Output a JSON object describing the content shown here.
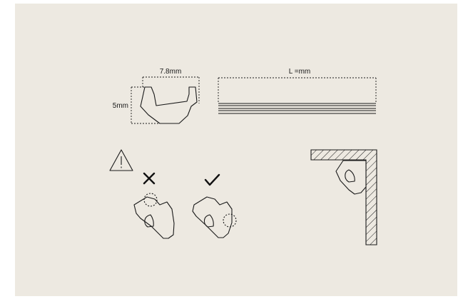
{
  "dimensions": {
    "width_label": "7.8mm",
    "height_label": "5mm",
    "length_label": "L =mm"
  },
  "icons": {
    "warning": "warning-triangle-icon",
    "wrong": "cross-icon",
    "right": "check-icon"
  },
  "colors": {
    "background": "#ede9e1",
    "line": "#1a1a1a"
  }
}
